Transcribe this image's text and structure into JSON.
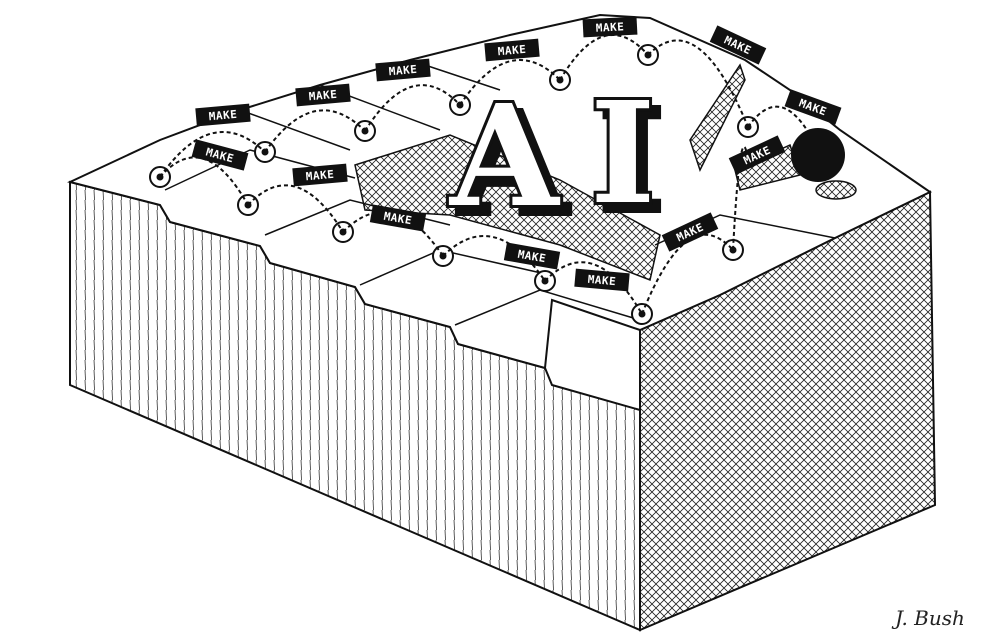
{
  "illustration": {
    "headline_letters": "AI",
    "step_label": "MAKE",
    "labels": [
      "MAKE",
      "MAKE",
      "MAKE",
      "MAKE",
      "MAKE",
      "MAKE",
      "MAKE",
      "MAKE",
      "MAKE",
      "MAKE",
      "MAKE",
      "MAKE",
      "MAKE",
      "MAKE"
    ],
    "signature": "J. Bush",
    "colors": {
      "ink": "#111111",
      "paper": "#ffffff"
    }
  }
}
